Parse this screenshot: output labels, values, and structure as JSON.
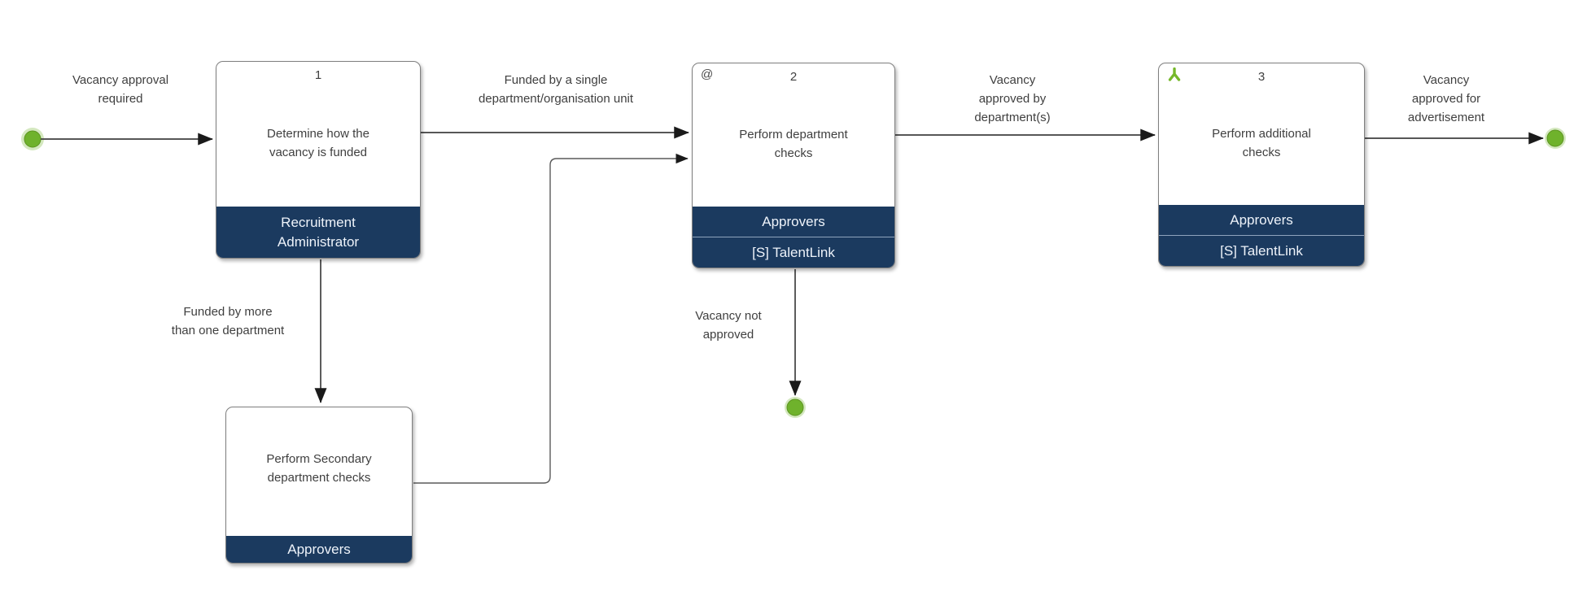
{
  "colors": {
    "banner_navy": "#1b3a5f",
    "event_green": "#6fb22c",
    "box_border": "#7f7f7f",
    "connector_line": "#3f3f3f",
    "label_text": "#3f3f3f"
  },
  "tasks": {
    "determine_funding": {
      "number": "1",
      "title": "Determine how the\nvacancy is funded",
      "banner_role": "Recruitment\nAdministrator"
    },
    "department_checks": {
      "number": "2",
      "attachment_glyph": "@",
      "title": "Perform department\nchecks",
      "banner_role": "Approvers",
      "banner_system": "[S] TalentLink"
    },
    "additional_checks": {
      "number": "3",
      "title": "Perform additional\nchecks",
      "banner_role": "Approvers",
      "banner_system": "[S] TalentLink"
    },
    "secondary_checks": {
      "title": "Perform Secondary\ndepartment checks",
      "banner_role": "Approvers"
    }
  },
  "edge_labels": {
    "start": "Vacancy approval\nrequired",
    "funded_single": "Funded by a single\ndepartment/organisation unit",
    "approved_by_department": "Vacancy\napproved by\ndepartment(s)",
    "approved_for_advertisement": "Vacancy\napproved for\nadvertisement",
    "funded_more": "Funded by more\nthan one department",
    "not_approved": "Vacancy not\napproved"
  }
}
